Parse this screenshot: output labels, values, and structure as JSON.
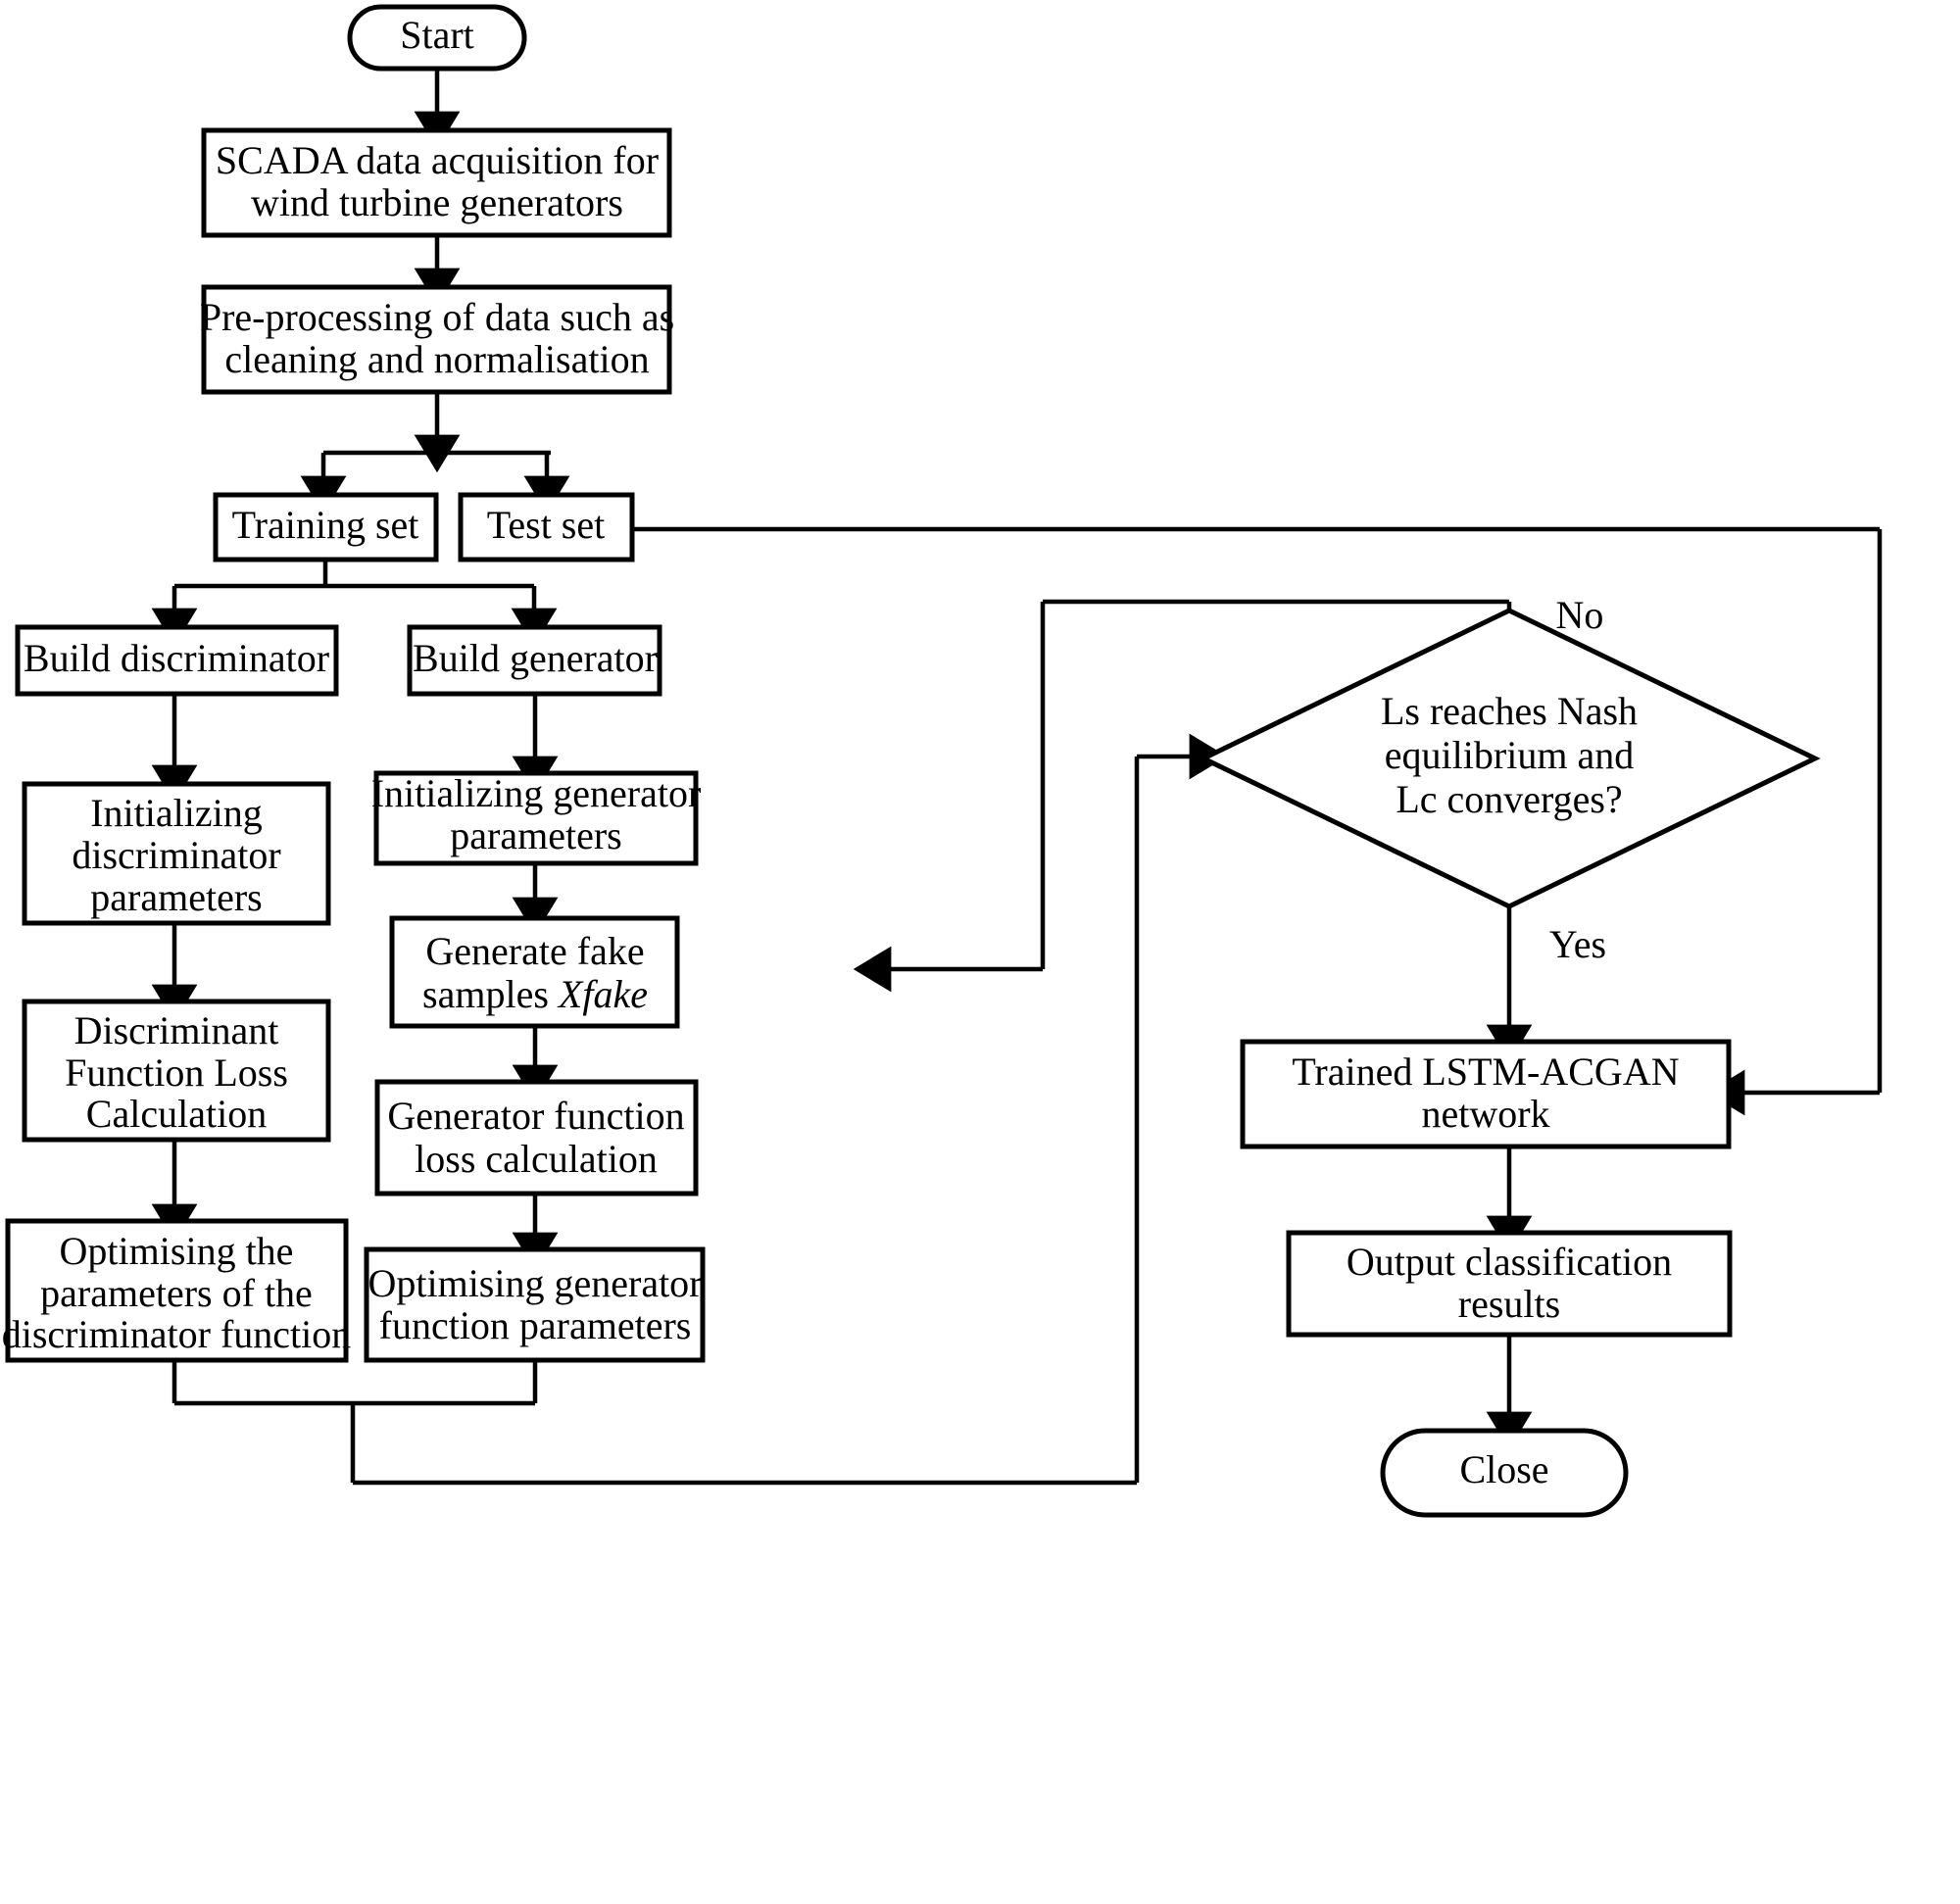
{
  "diagram": {
    "type": "flowchart",
    "title": "LSTM-ACGAN wind turbine generator fault classification workflow",
    "orientation": "top-to-bottom",
    "nodes": {
      "start": {
        "label": "Start",
        "shape": "terminator"
      },
      "scada": {
        "line1": "SCADA data acquisition for",
        "line2": "wind turbine generators",
        "shape": "process"
      },
      "preprocess": {
        "line1": "Pre-processing of data such as",
        "line2": "cleaning and normalisation",
        "shape": "process"
      },
      "training_set": {
        "label": "Training set",
        "shape": "process"
      },
      "test_set": {
        "label": "Test set",
        "shape": "process"
      },
      "build_discriminator": {
        "label": "Build  discriminator",
        "shape": "process"
      },
      "build_generator": {
        "label": "Build generator",
        "shape": "process"
      },
      "init_discriminator": {
        "line1": "Initializing",
        "line2": "discriminator",
        "line3": "parameters",
        "shape": "process"
      },
      "init_generator": {
        "line1": "Initializing  generator",
        "line2": "parameters",
        "shape": "process"
      },
      "disc_loss": {
        "line1": "Discriminant",
        "line2": "Function Loss",
        "line3": "Calculation",
        "shape": "process"
      },
      "fake_samples": {
        "line1": "Generate fake",
        "line2_pre": "samples ",
        "line2_italic": "Xfake",
        "shape": "process"
      },
      "gen_loss": {
        "line1": "Generator function",
        "line2": "loss calculation",
        "shape": "process"
      },
      "opt_discriminator": {
        "line1": "Optimising the",
        "line2": "parameters of the",
        "line3": "discriminator function",
        "shape": "process"
      },
      "opt_generator": {
        "line1": "Optimising generator",
        "line2": "function parameters",
        "shape": "process"
      },
      "decision": {
        "line1": "Ls reaches Nash",
        "line2": "equilibrium and",
        "line3": "Lc converges?",
        "shape": "decision"
      },
      "trained_net": {
        "line1": "Trained LSTM-ACGAN",
        "line2": "network",
        "shape": "process"
      },
      "output_results": {
        "line1": "Output classification",
        "line2": "results",
        "shape": "process"
      },
      "close": {
        "label": "Close",
        "shape": "terminator"
      }
    },
    "edge_labels": {
      "no": "No",
      "yes": "Yes"
    },
    "colors": {
      "stroke": "#000000",
      "fill": "#ffffff",
      "text": "#000000"
    }
  }
}
